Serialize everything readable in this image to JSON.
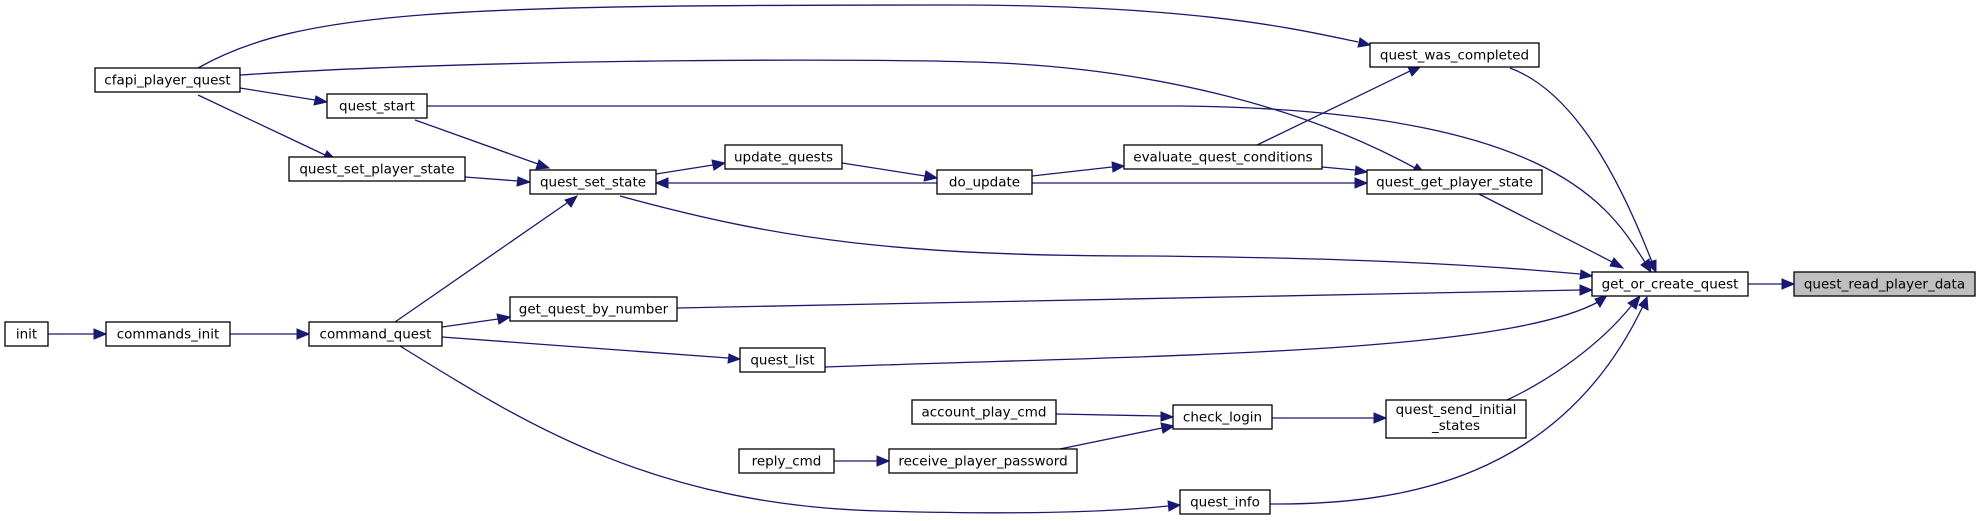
{
  "colors": {
    "edge": "#191970",
    "node_fill": "#ffffff",
    "highlight_fill": "#bfbfbf",
    "border": "#000000"
  },
  "nodes": {
    "quest_read_player_data": "quest_read_player_data",
    "get_or_create_quest": "get_or_create_quest",
    "quest_was_completed": "quest_was_completed",
    "quest_get_player_state": "quest_get_player_state",
    "quest_send_initial_states_line1": "quest_send_initial",
    "quest_send_initial_states_line2": "_states",
    "evaluate_quest_conditions": "evaluate_quest_conditions",
    "do_update": "do_update",
    "update_quests": "update_quests",
    "quest_set_state": "quest_set_state",
    "quest_start": "quest_start",
    "quest_set_player_state": "quest_set_player_state",
    "cfapi_player_quest": "cfapi_player_quest",
    "get_quest_by_number": "get_quest_by_number",
    "quest_list": "quest_list",
    "command_quest": "command_quest",
    "commands_init": "commands_init",
    "init": "init",
    "check_login": "check_login",
    "account_play_cmd": "account_play_cmd",
    "receive_player_password": "receive_player_password",
    "reply_cmd": "reply_cmd",
    "quest_info": "quest_info"
  }
}
